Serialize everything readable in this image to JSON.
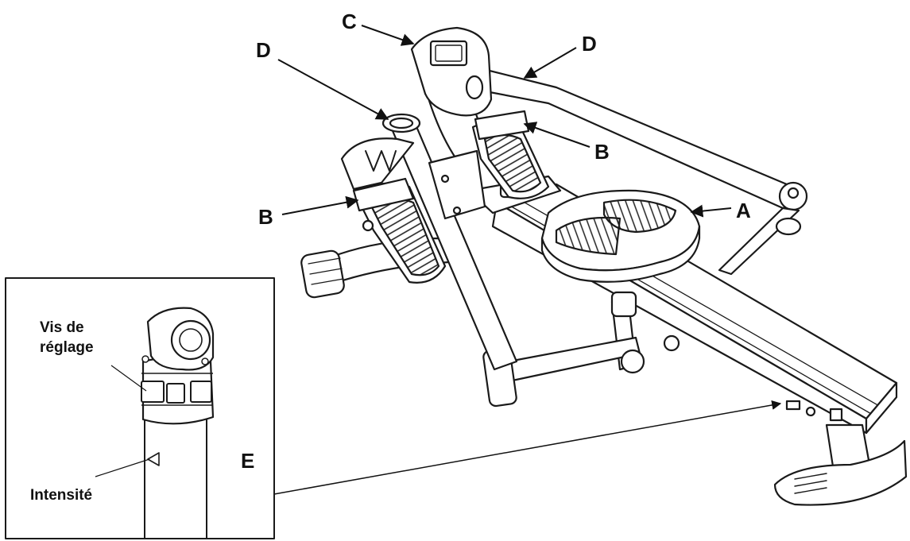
{
  "labels": {
    "A": "A",
    "B": "B",
    "C": "C",
    "D": "D",
    "E": "E"
  },
  "inset": {
    "adjust_screw_line1": "Vis de",
    "adjust_screw_line2": "réglage",
    "intensity": "Intensité"
  }
}
